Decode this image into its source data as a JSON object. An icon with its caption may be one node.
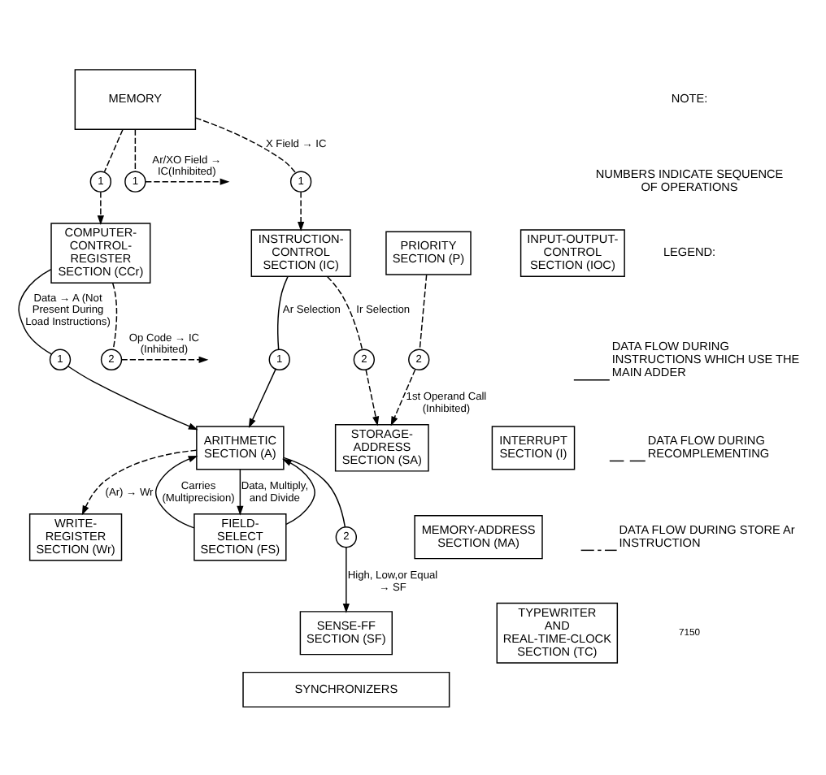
{
  "diagram": {
    "nodes": [
      {
        "text": [
          "INSTRUCTION- CONTROL SECTION (IC)"
        ]
      },
      {
        "text": [
          "COMPUTER- CONTROL- REGISTER SECTION (CCr)"
        ]
      },
      {
        "text": [
          "MEMORY"
        ]
      },
      {
        "text": [
          "INTERRUPT SECTION (I)"
        ]
      },
      {
        "text": [
          "SENSE-FF SECTION (SF)"
        ]
      },
      {
        "text": [
          "ARITHMETIC SECTION (A)"
        ]
      },
      {
        "text": [
          "FIELD- SELECT SECTION (FS)"
        ]
      },
      {
        "text": [
          "STORAGE- ADDRESS SECTION (SA)"
        ]
      },
      {
        "text": [
          "MEMORY-ADDRESS SECTION (MA)"
        ]
      },
      {
        "text": [
          "WRITE- REGISTER SECTION (Wr)"
        ]
      },
      {
        "text": [
          "INPUT-OUTPUT- CONTROL SECTION (IOC)"
        ]
      },
      {
        "text": [
          "PRIORITY SECTION (P)"
        ]
      },
      {
        "text": [
          "TYPEWRITER AND REAL-TIME-CLOCK SECTION (TC)"
        ]
      },
      {
        "text": [
          "SYNCHRONIZERS"
        ]
      },
      {
        "text": [
          "1"
        ]
      },
      {
        "text": [
          "1"
        ]
      },
      {
        "text": [
          "2"
        ]
      },
      {
        "text": [
          "1"
        ]
      },
      {
        "text": [
          "2"
        ]
      },
      {
        "text": [
          "1"
        ]
      },
      {
        "text": [
          "1"
        ]
      },
      {
        "text": [
          "2"
        ]
      },
      {
        "text": [
          "2"
        ]
      }
    ],
    "edges": [
      {
        "from": 2,
        "to": 14,
        "arrow": "none",
        "label": "X Field → IC",
        "style": "dashed"
      },
      {
        "from": 14,
        "to": 0,
        "arrow": "to",
        "style": "dashed"
      },
      {
        "from": 2,
        "to": 15,
        "arrow": "none",
        "style": "dashed"
      },
      {
        "from": 15,
        "to": null,
        "arrow": "to",
        "label": "Ar/XO Field → IC(Inhibited)",
        "style": "dashed"
      },
      {
        "from": 1,
        "to": 16,
        "arrow": "none",
        "style": "dashed"
      },
      {
        "from": 16,
        "to": null,
        "arrow": "to",
        "label": "Op Code → IC (Inhibited)",
        "style": "dashed"
      },
      {
        "from": 0,
        "to": 17,
        "arrow": "none",
        "label": "Ar Selection"
      },
      {
        "from": 17,
        "to": 5,
        "arrow": "to"
      },
      {
        "from": 5,
        "to": 18,
        "arrow": "none"
      },
      {
        "from": 18,
        "to": 4,
        "arrow": "to",
        "label": "High, Low,or Equal → SF"
      },
      {
        "from": 1,
        "to": 19,
        "arrow": "none",
        "label": "Data → A (Not Present During Load Instructions)"
      },
      {
        "from": 19,
        "to": 5,
        "arrow": "to"
      },
      {
        "from": 5,
        "to": 6,
        "arrow": "to",
        "label": "Data, Multiply, and Divide"
      },
      {
        "from": 6,
        "to": 5,
        "arrow": "to"
      },
      {
        "from": 6,
        "to": 5,
        "arrow": "to",
        "label": "Carries (Multiprecision)"
      },
      {
        "from": 2,
        "to": 20,
        "arrow": "none",
        "style": "dashed"
      },
      {
        "from": 20,
        "to": 1,
        "arrow": "to",
        "style": "dashed"
      },
      {
        "from": 0,
        "to": 21,
        "arrow": "none",
        "label": "Ir Selection",
        "style": "dashed"
      },
      {
        "from": 21,
        "to": 7,
        "arrow": "to",
        "style": "dashed"
      },
      {
        "from": 11,
        "to": 22,
        "arrow": "none",
        "style": "dashed"
      },
      {
        "from": 22,
        "to": 7,
        "arrow": "to",
        "label": "1st Operand Call (Inhibited)",
        "style": "dashed"
      },
      {
        "from": 5,
        "to": 9,
        "arrow": "to",
        "label": "(Ar) → Wr",
        "style": "dashed"
      }
    ],
    "labels": [
      "NOTE:",
      "NUMBERS INDICATE SEQUENCE OF OPERATIONS",
      "LEGEND:",
      "7150"
    ],
    "legend": [
      {
        "text": "DATA FLOW DURING INSTRUCTIONS WHICH USE THE MAIN ADDER"
      },
      {
        "text": "DATA FLOW DURING RECOMPLEMENTING"
      },
      {
        "text": "DATA FLOW DURING STORE Ar INSTRUCTION"
      }
    ]
  }
}
